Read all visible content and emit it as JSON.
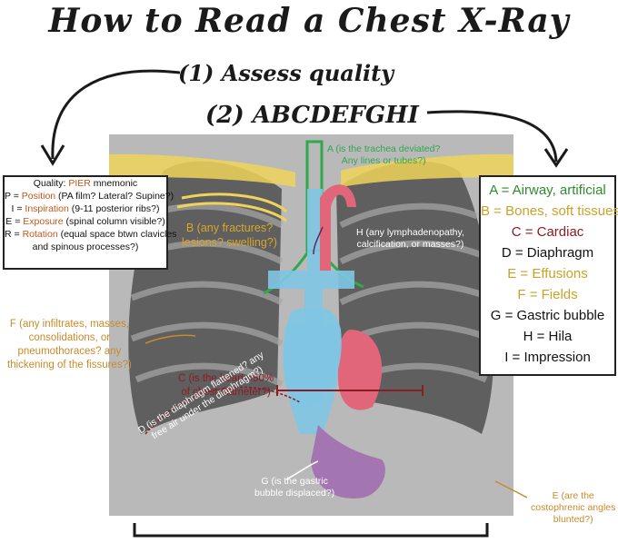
{
  "title": "How to Read a Chest X-Ray",
  "steps": {
    "s1": "(1) Assess quality",
    "s2": "(2) ABCDEFGHI"
  },
  "quality": {
    "title_prefix": "Quality: ",
    "title_hl": "PIER",
    "title_suffix": " mnemonic",
    "p_pre": "P = ",
    "p_hl": "Position",
    "p_post": " (PA film? Lateral? Supine?)",
    "i_pre": "I = ",
    "i_hl": "Inspiration",
    "i_post": " (9-11 posterior ribs?)",
    "e_pre": "E = ",
    "e_hl": "Exposure",
    "e_post": " (spinal column visible?)",
    "r_pre": "R = ",
    "r_hl": "Rotation",
    "r_post": " (equal space btwn clavicles",
    "r_cont": "and spinous processes?)"
  },
  "abc": [
    {
      "text": "A = Airway, artificial",
      "color": "#2e8b2e"
    },
    {
      "text": "B = Bones, soft tissues",
      "color": "#c9a227"
    },
    {
      "text": "C = Cardiac",
      "color": "#8b1c24"
    },
    {
      "text": "D = Diaphragm",
      "color": "#111111"
    },
    {
      "text": "E = Effusions",
      "color": "#c9a227"
    },
    {
      "text": "F = Fields",
      "color": "#c9a227"
    },
    {
      "text": "G = Gastric bubble",
      "color": "#111111"
    },
    {
      "text": "H = Hila",
      "color": "#111111"
    },
    {
      "text": "I = Impression",
      "color": "#111111"
    }
  ],
  "annotations": {
    "a1": "A (is the trachea deviated?",
    "a2": "Any lines or tubes?)",
    "b1": "B (any fractures?",
    "b2": "lesions? swelling?)",
    "h1": "H (any lymphadenopathy,",
    "h2": "calcification, or masses?)",
    "f1": "F (any infiltrates, masses,",
    "f2": "consolidations, or",
    "f3": "pneumothoraces? any",
    "f4": "thickening of the fissures?)",
    "c1": "C (is the heart <50%",
    "c2": "of chest diameter?)",
    "d1": "D (is the diaphragm flattened? any",
    "d2": "free air under the diaphragm?)",
    "g1": "G (is the gastric",
    "g2": "bubble displaced?)",
    "e1": "E (are the",
    "e2": "costophrenic angles",
    "e3": "blunted?)"
  },
  "colors": {
    "airway": "#2fa84f",
    "bones": "#f0d35a",
    "cardiac": "#8b1c24",
    "fields": "#c98a2a",
    "gastric": "#a26fb0",
    "hila": "#5a2a5a",
    "heart_blue": "#7fc6e4",
    "heart_pink": "#e2667a"
  }
}
